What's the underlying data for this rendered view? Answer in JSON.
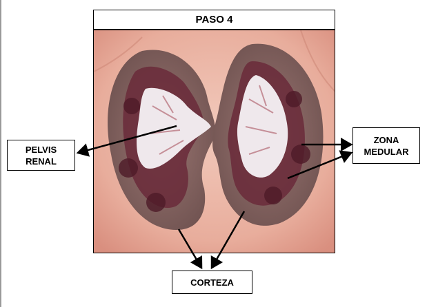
{
  "title": "PASO 4",
  "labels": {
    "pelvis_line1": "PELVIS",
    "pelvis_line2": "RENAL",
    "zona_line1": "ZONA",
    "zona_line2": "MEDULAR",
    "corteza": "CORTEZA"
  },
  "colors": {
    "background_tissue": "#e9b7a8",
    "cortex": "#8a6a68",
    "medulla": "#6a2a3a",
    "pelvis": "#efe8ec",
    "arrow": "#000000"
  }
}
